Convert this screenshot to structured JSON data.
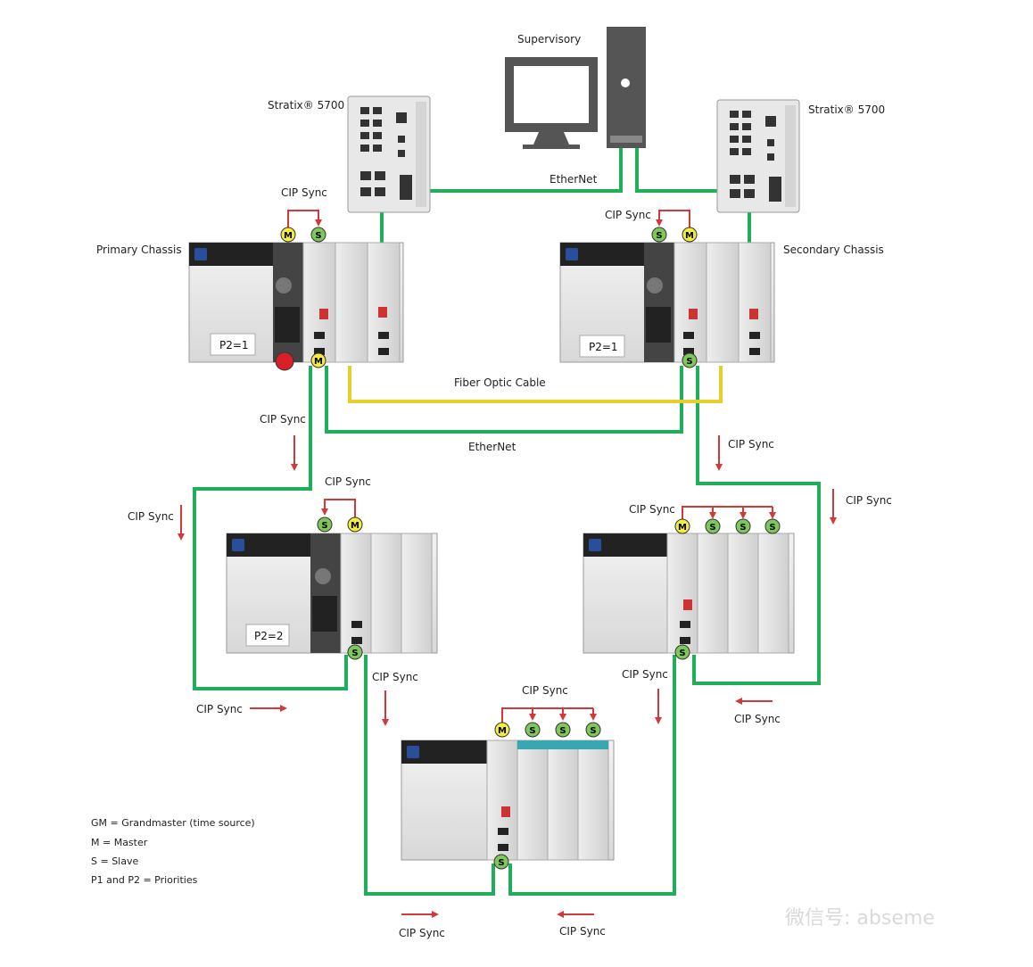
{
  "labels": {
    "supervisory": "Supervisory",
    "stratix_left": "Stratix® 5700",
    "stratix_right": "Stratix® 5700",
    "ethernet_top": "EtherNet",
    "ethernet_mid": "EtherNet",
    "fiber": "Fiber Optic Cable",
    "primary_chassis": "Primary Chassis",
    "secondary_chassis": "Secondary Chassis",
    "cip_sync": "CIP Sync"
  },
  "chassis": {
    "primary": {
      "priority": "P2=1"
    },
    "secondary": {
      "priority": "P2=1"
    },
    "left": {
      "priority": "P2=2"
    }
  },
  "sync_roles": {
    "master": "M",
    "slave": "S"
  },
  "legend": [
    "GM = Grandmaster (time source)",
    "M = Master",
    "S = Slave",
    "P1 and P2 = Priorities"
  ],
  "watermark": "微信号: abseme",
  "colors": {
    "ethernet_green": "#1fae5a",
    "fiber_yellow": "#e6cf2a",
    "arrow_red": "#d23a3a",
    "master_yellow": "#f2ee3a",
    "slave_green": "#7ec85a",
    "gm_red": "#d8202a"
  }
}
